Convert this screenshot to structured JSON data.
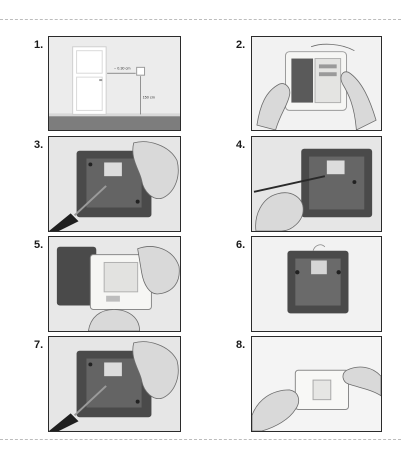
{
  "steps": [
    {
      "number": "1.",
      "wall_label_distance": "~ 0.30 cm",
      "wall_label_height": "150 cm"
    },
    {
      "number": "2."
    },
    {
      "number": "3."
    },
    {
      "number": "4."
    },
    {
      "number": "5."
    },
    {
      "number": "6."
    },
    {
      "number": "7."
    },
    {
      "number": "8."
    }
  ],
  "colors": {
    "panel_border": "#2b2b2b",
    "wall": "#ececec",
    "floor": "#7d7d7d",
    "device_dark": "#4a4a4a",
    "device_light": "#f3f3f1",
    "dash": "#bdbdbd"
  }
}
